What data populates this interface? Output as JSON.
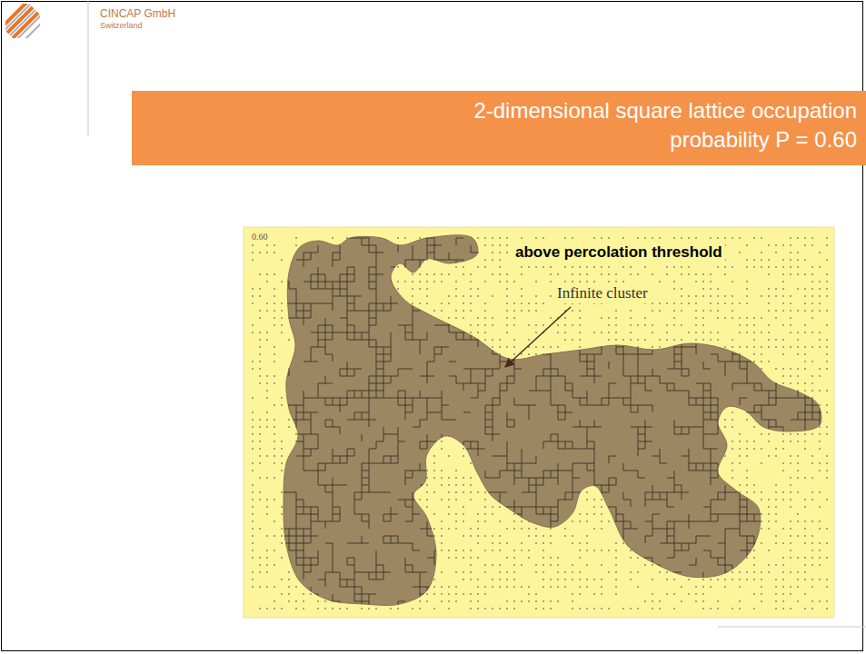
{
  "diagram": {
    "title": "2-dimensional square lattice occupation probability P = 0.60",
    "labels": [
      "CINCAP GmbH",
      "Switzerland",
      "0.60",
      "above percolation threshold",
      "Infinite cluster"
    ]
  }
}
